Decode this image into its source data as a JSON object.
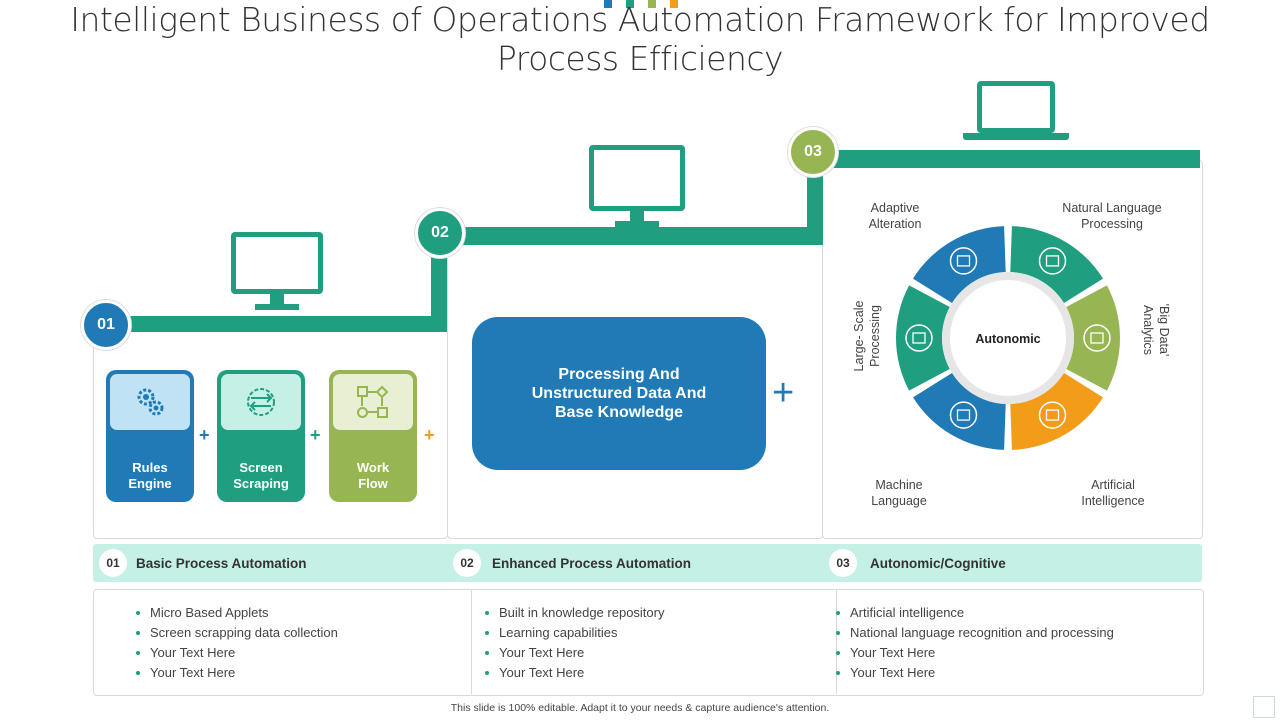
{
  "title_line1": "Intelligent Business of Operations Automation Framework for Improved",
  "title_line2": "Process Efficiency",
  "steps": [
    "01",
    "02",
    "03"
  ],
  "cards": [
    {
      "line1": "Rules",
      "line2": "Engine",
      "icon": "gears-icon"
    },
    {
      "line1": "Screen",
      "line2": "Scraping",
      "icon": "gear-arrows-icon"
    },
    {
      "line1": "Work",
      "line2": "Flow",
      "icon": "flowchart-icon"
    }
  ],
  "plus": "+",
  "processing_box": {
    "line1": "Processing And",
    "line2": "Unstructured Data And",
    "line3": "Base Knowledge"
  },
  "wheel": {
    "center": "Autonomic",
    "labels": {
      "adaptive": {
        "line1": "Adaptive",
        "line2": "Alteration"
      },
      "nlp": {
        "line1": "Natural Language",
        "line2": "Processing"
      },
      "big_data": {
        "line1": "'Big Data'",
        "line2": "Analytics"
      },
      "ai": {
        "line1": "Artificial",
        "line2": "Intelligence"
      },
      "ml": {
        "line1": "Machine",
        "line2": "Language"
      },
      "large_scale": {
        "line1": "Large- Scale",
        "line2": "Processing"
      }
    },
    "colors": [
      "#1f7ab6",
      "#1f9e80",
      "#97b552",
      "#f39c19",
      "#1f7ab6",
      "#1f9e80"
    ]
  },
  "bars": [
    {
      "num": "01",
      "label": "Basic Process Automation"
    },
    {
      "num": "02",
      "label": "Enhanced Process Automation"
    },
    {
      "num": "03",
      "label": "Autonomic/Cognitive"
    }
  ],
  "lists": [
    [
      "Micro Based Applets",
      "Screen scrapping data collection",
      "Your Text Here",
      "Your Text Here"
    ],
    [
      "Built in knowledge repository",
      "Learning capabilities",
      "Your Text Here",
      "Your Text Here"
    ],
    [
      "Artificial intelligence",
      "National language recognition and processing",
      "Your Text Here",
      "Your Text Here"
    ]
  ],
  "footer": "This slide is 100% editable.  Adapt it to your needs & capture audience's attention.",
  "colors": {
    "teal": "#1f9e80",
    "blue": "#1f7ab6",
    "green": "#97b552",
    "orange": "#f39c19",
    "mint": "#c5f0e6"
  }
}
